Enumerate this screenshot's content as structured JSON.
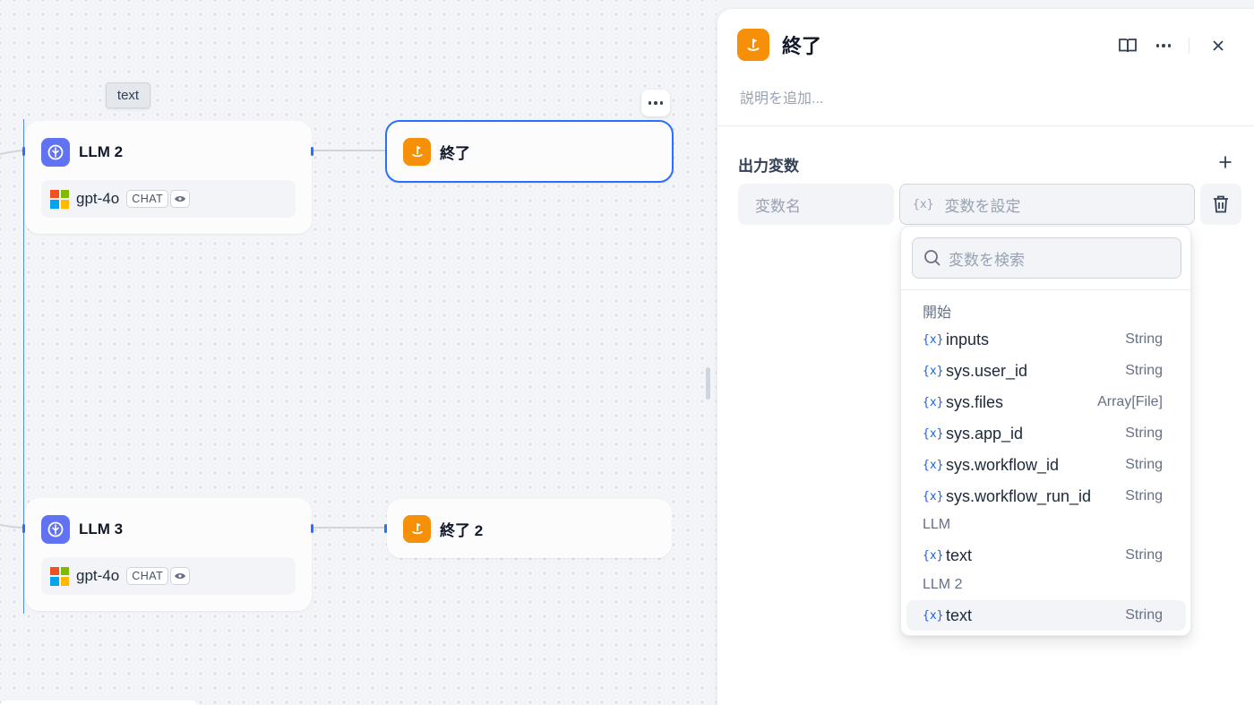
{
  "canvas": {
    "tooltip": "text",
    "nodes": {
      "llm2": {
        "title": "LLM 2",
        "model": "gpt-4o",
        "badge": "CHAT"
      },
      "end1": {
        "title": "終了"
      },
      "llm3": {
        "title": "LLM 3",
        "model": "gpt-4o",
        "badge": "CHAT"
      },
      "end2": {
        "title": "終了 2"
      }
    }
  },
  "panel": {
    "title": "終了",
    "description_placeholder": "説明を追加...",
    "section_title": "出力変数",
    "name_placeholder": "変数名",
    "var_badge": "{x}",
    "var_placeholder": "変数を設定"
  },
  "dropdown": {
    "search_placeholder": "変数を検索",
    "groups": [
      {
        "label": "開始",
        "items": [
          {
            "name": "inputs",
            "type": "String"
          },
          {
            "name": "sys.user_id",
            "type": "String"
          },
          {
            "name": "sys.files",
            "type": "Array[File]"
          },
          {
            "name": "sys.app_id",
            "type": "String"
          },
          {
            "name": "sys.workflow_id",
            "type": "String"
          },
          {
            "name": "sys.workflow_run_id",
            "type": "String"
          }
        ]
      },
      {
        "label": "LLM",
        "items": [
          {
            "name": "text",
            "type": "String"
          }
        ]
      },
      {
        "label": "LLM 2",
        "items": [
          {
            "name": "text",
            "type": "String"
          }
        ]
      }
    ],
    "var_marker": "{x}"
  },
  "colors": {
    "accent": "#2970ff",
    "llm_icon": "#6172f3",
    "end_icon": "#f79009",
    "ms_logo": [
      "#f25022",
      "#7fba00",
      "#00a4ef",
      "#ffb900"
    ]
  }
}
